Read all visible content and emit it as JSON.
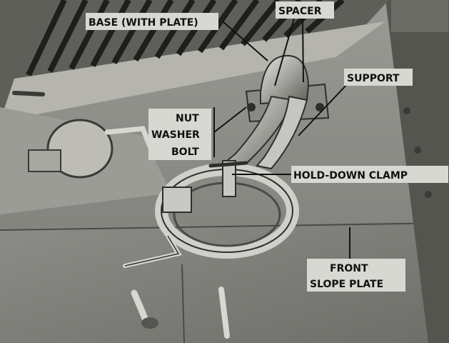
{
  "figure": {
    "callouts": {
      "base": "BASE (WITH PLATE)",
      "spacer": "SPACER",
      "support": "SUPPORT",
      "nut": "NUT",
      "washer": "WASHER",
      "bolt": "BOLT",
      "clamp": "HOLD-DOWN CLAMP",
      "front": "FRONT",
      "slope": "SLOPE PLATE"
    }
  },
  "colors": {
    "photo_dark": "#2a2a28",
    "photo_mid": "#7d7d78",
    "photo_light": "#b8b8b2",
    "label_bg": "#d8d8d2",
    "label_text": "#111111"
  }
}
